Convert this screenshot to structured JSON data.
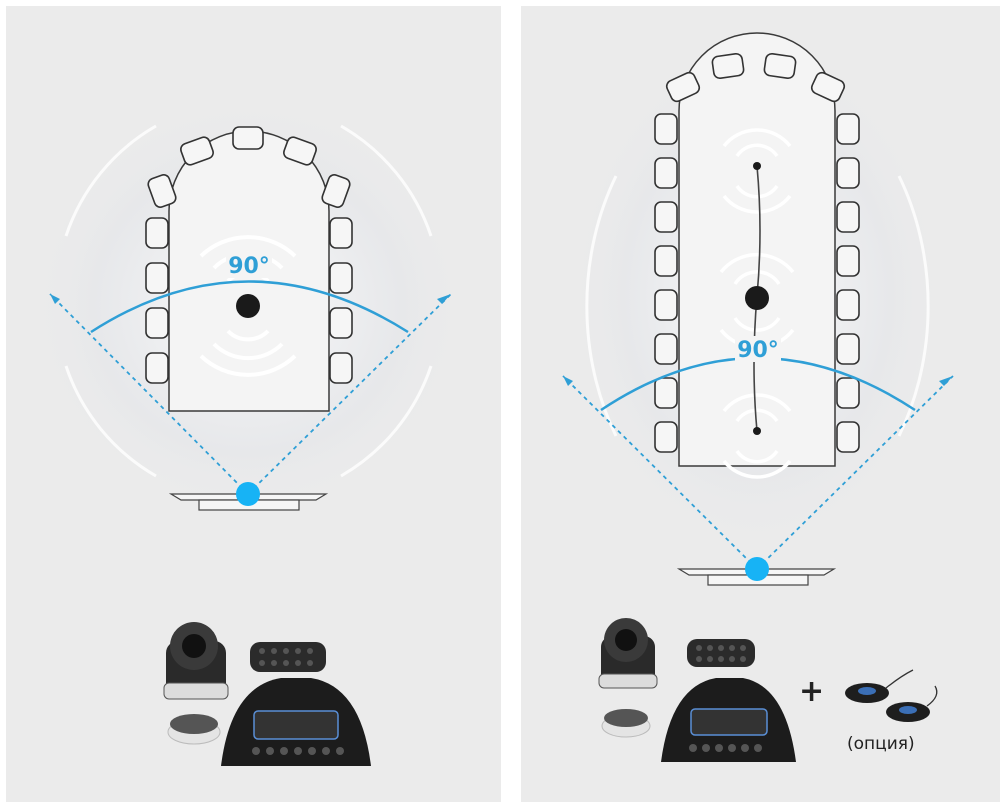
{
  "left": {
    "angle_label": "90°"
  },
  "right": {
    "angle_label": "90°",
    "plus_label": "+",
    "optional_label": "(опция)"
  },
  "colors": {
    "panel_bg": "#ebebeb",
    "accent_blue": "#2f9fd6",
    "device_dot": "#1a1a1a",
    "chair_stroke": "#333333"
  },
  "icons": [
    "conference-camera-icon",
    "remote-control-icon",
    "speakerphone-hub-icon",
    "mini-hub-icon",
    "expansion-mic-icon"
  ]
}
